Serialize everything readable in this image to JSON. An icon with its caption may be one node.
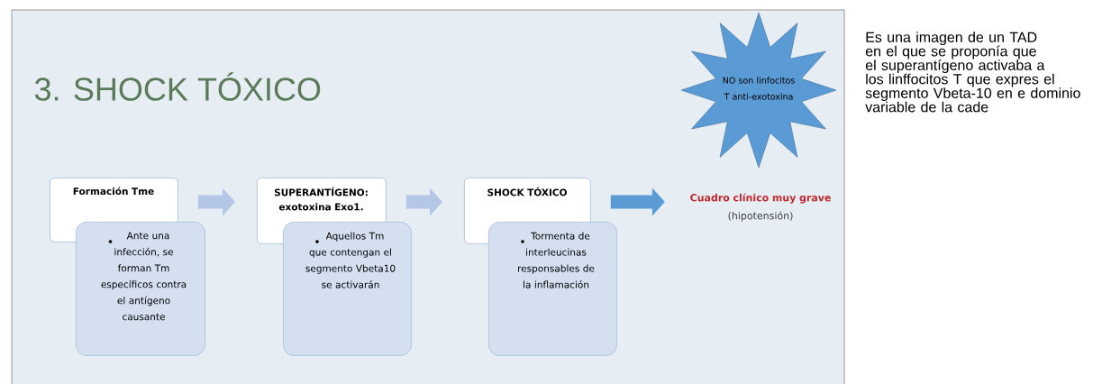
{
  "diagram": {
    "title": "3. SHOCK TÓXICO",
    "nodes": [
      {
        "text": [
          "Formación Tme"
        ]
      },
      {
        "text": [
          "Ante una infección, se forman Tm específicos contra el antígeno causante"
        ]
      },
      {
        "text": [
          "SUPERANTÍGENO: exotoxina Exo1."
        ]
      },
      {
        "text": [
          "Aquellos Tm que contengan el segmento Vbeta10 se activarán"
        ]
      },
      {
        "text": [
          "SHOCK TÓXICO"
        ]
      },
      {
        "text": [
          "Tormenta de interleucinas responsables de la inflamación"
        ]
      },
      {
        "text": [
          "Cuadro clínico muy grave",
          "(hipotensión)"
        ]
      },
      {
        "text": [
          "NO son linfocitos T anti-exotoxina"
        ]
      }
    ],
    "edges": [
      {
        "from": 0,
        "to": 2,
        "arrow": "to"
      },
      {
        "from": 2,
        "to": 4,
        "arrow": "to"
      },
      {
        "from": 4,
        "to": 6,
        "arrow": "to",
        "color": "#5b9bd5"
      }
    ],
    "labels": [
      "Es una imagen de un TAD en el que se proponía que el superantígeno activaba a los linffocitos T que expres el segmento Vbeta-10 en e dominio variable de la cade"
    ]
  }
}
